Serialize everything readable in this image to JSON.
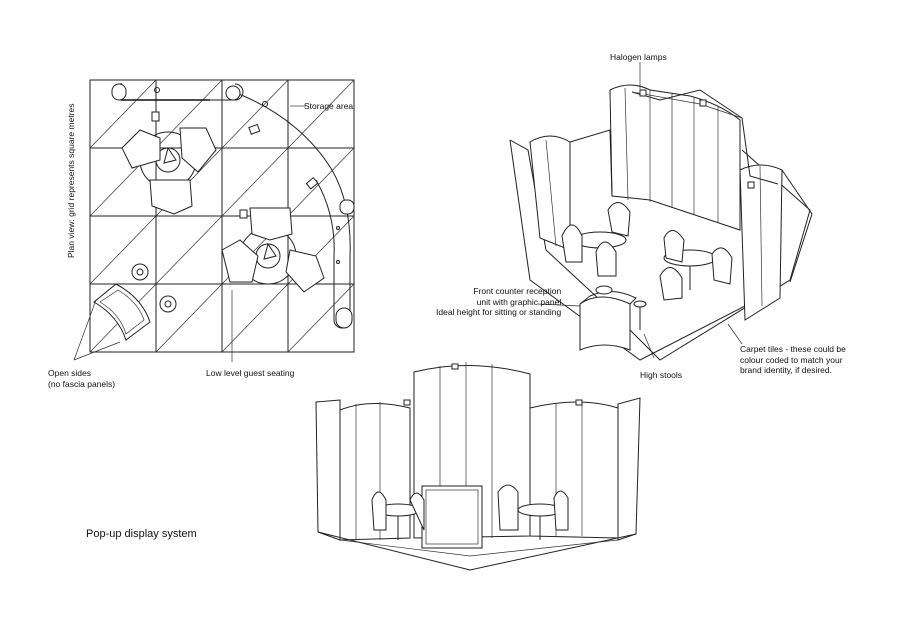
{
  "labels": {
    "storage_area": "Storage area",
    "plan_view": "Plan view: grid represents square metres",
    "open_sides": [
      "Open sides",
      "(no fascia panels)"
    ],
    "low_level_seating": "Low level guest seating",
    "halogen_lamps": "Halogen lamps",
    "front_counter": [
      "Front counter reception",
      "unit with graphic panel",
      "Ideal height for sitting or standing"
    ],
    "high_stools": "High stools",
    "carpet_tiles": [
      "Carpet tiles - these could be",
      "colour coded to match your",
      "brand identity, if desired."
    ],
    "caption": "Pop-up display system"
  }
}
